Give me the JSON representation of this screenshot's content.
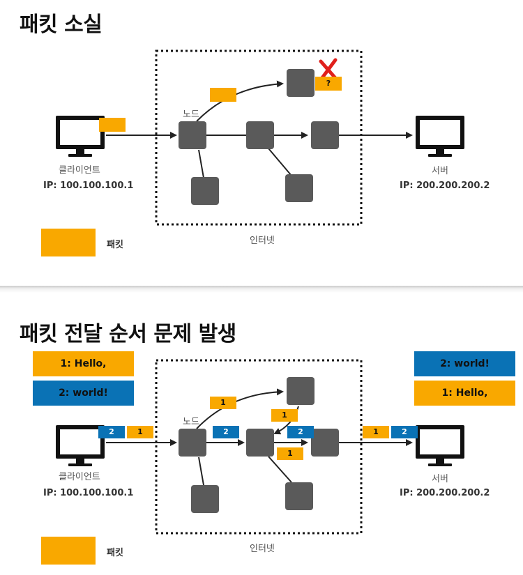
{
  "colors": {
    "packet": "#f9a800",
    "packet_alt": "#0a72b5",
    "node": "#5a5a5a",
    "lost_mark": "#e0201c"
  },
  "slide1": {
    "title": "패킷 소실",
    "client": {
      "label": "클라이언트",
      "ip": "IP: 100.100.100.1",
      "icon": "monitor-icon"
    },
    "server": {
      "label": "서버",
      "ip": "IP: 200.200.200.2",
      "icon": "monitor-icon"
    },
    "node_label": "노드",
    "internet_label": "인터넷",
    "lost_packet_label": "?",
    "lost_icon": "x-mark-icon",
    "legend_label": "패킷"
  },
  "slide2": {
    "title": "패킷 전달 순서 문제 발생",
    "client": {
      "label": "클라이언트",
      "ip": "IP: 100.100.100.1",
      "icon": "monitor-icon"
    },
    "server": {
      "label": "서버",
      "ip": "IP: 200.200.200.2",
      "icon": "monitor-icon"
    },
    "node_label": "노드",
    "internet_label": "인터넷",
    "legend_label": "패킷",
    "sent_messages": [
      "1: Hello,",
      "2:  world!"
    ],
    "received_messages": [
      "2:  world!",
      "1: Hello,"
    ],
    "packet_labels": {
      "client_first": "2",
      "client_second": "1",
      "upper_path": "1",
      "to_node": "2",
      "return_path": "1",
      "mid_path": "2",
      "lower_path": "1",
      "server_first": "1",
      "server_second": "2"
    }
  }
}
